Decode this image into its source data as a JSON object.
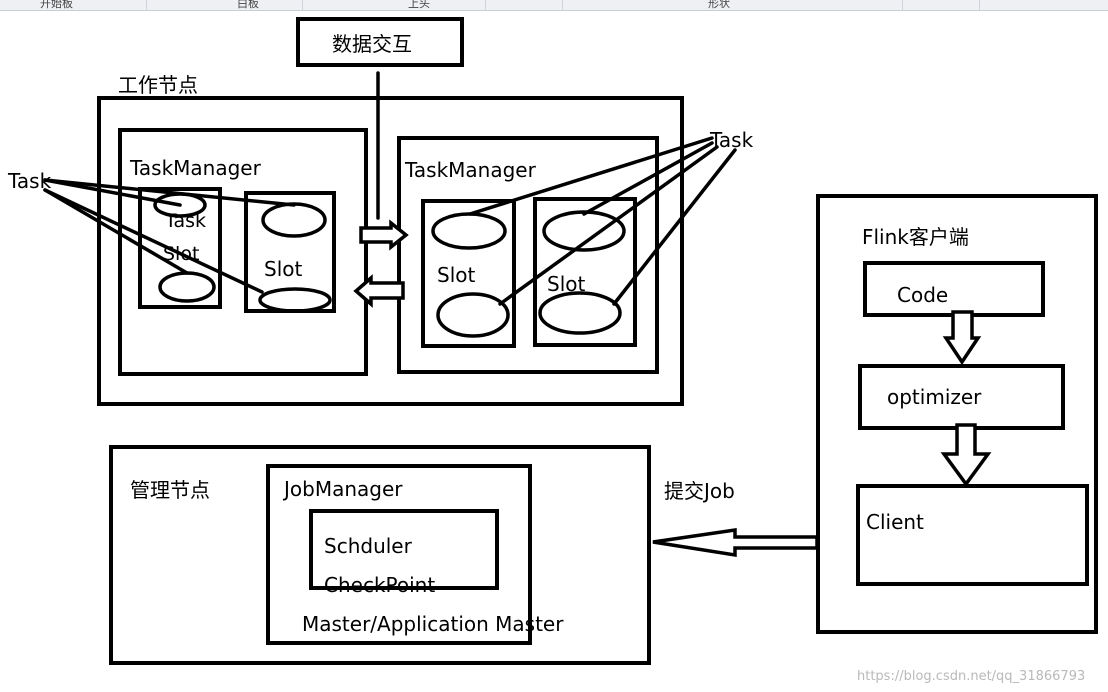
{
  "topbar": {
    "cells": [
      "开始板",
      "白板",
      "上头",
      "",
      "形状",
      ""
    ]
  },
  "labels": {
    "data_exchange": "数据交互",
    "work_node": "工作节点",
    "task_left": "Task",
    "task_right": "Task",
    "tm_left": "TaskManager",
    "tm_right": "TaskManager",
    "left_slot_task": "Task",
    "left_slot_slot": "Slot",
    "left_slot2": "Slot",
    "right_slot1": "Slot",
    "right_slot2": "Slot",
    "flink_client": "Flink客户端",
    "code": "Code",
    "optimizer": "optimizer",
    "client": "Client",
    "submit_job": "提交Job",
    "manage_node": "管理节点",
    "jobmanager": "JobManager",
    "scheduler": "Schduler",
    "checkpoint": "CheckPoint",
    "master": "Master/Application Master"
  },
  "watermark": "https://blog.csdn.net/qq_31866793"
}
